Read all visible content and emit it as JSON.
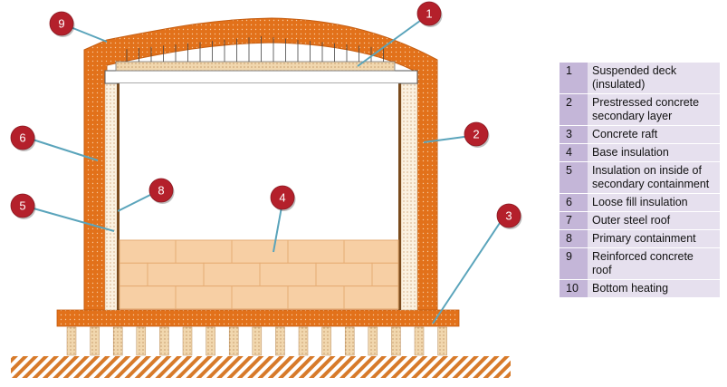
{
  "callouts": [
    {
      "number": "1",
      "label": "Suspended deck (insulated)"
    },
    {
      "number": "2",
      "label": "Prestressed concrete secondary layer"
    },
    {
      "number": "3",
      "label": "Concrete raft"
    },
    {
      "number": "4",
      "label": "Base insulation"
    },
    {
      "number": "5",
      "label": "Insulation on inside of secondary containment"
    },
    {
      "number": "6",
      "label": "Loose fill insulation"
    },
    {
      "number": "7",
      "label": "Outer steel roof"
    },
    {
      "number": "8",
      "label": "Primary containment"
    },
    {
      "number": "9",
      "label": "Reinforced concrete roof"
    },
    {
      "number": "10",
      "label": "Bottom heating"
    }
  ],
  "colors": {
    "concrete": "#e2711a",
    "insulation_block": "#f7cfa4",
    "callout_circle": "#b4202b",
    "leader_line": "#5aa4bb",
    "legend_number_bg": "#c4b6d8",
    "legend_text_bg": "#e6e0ee"
  }
}
